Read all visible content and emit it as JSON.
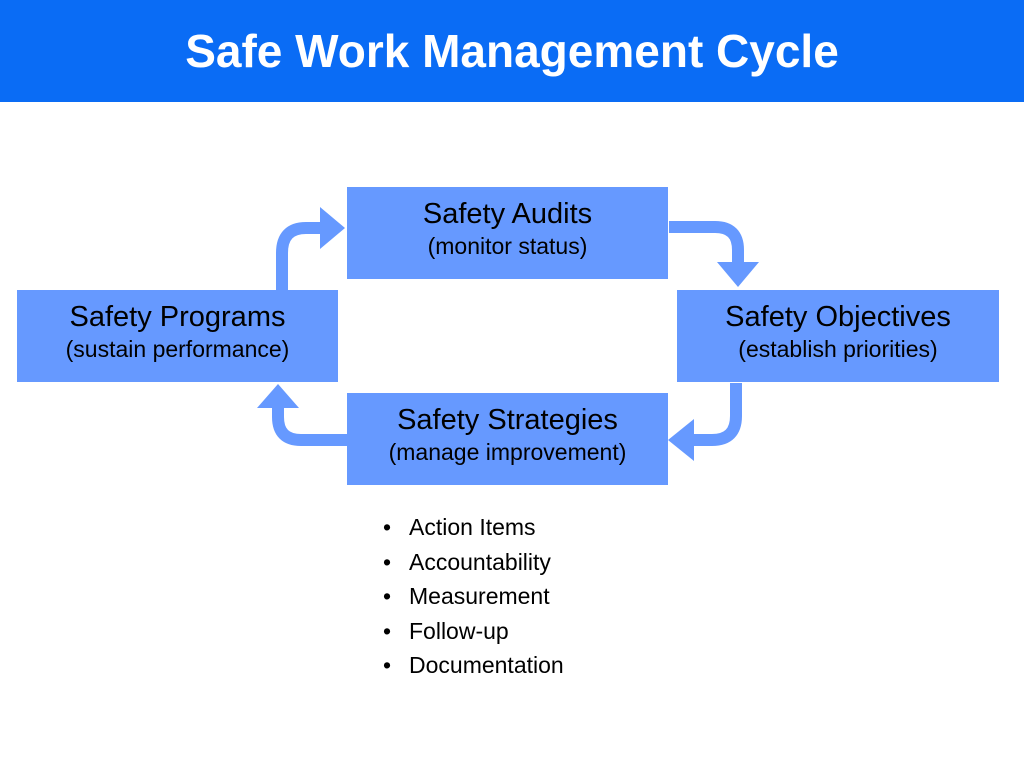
{
  "slide": {
    "title": "Safe Work Management Cycle"
  },
  "boxes": {
    "audits": {
      "main": "Safety Audits",
      "sub": "(monitor status)"
    },
    "objectives": {
      "main": "Safety Objectives",
      "sub": "(establish priorities)"
    },
    "strategies": {
      "main": "Safety Strategies",
      "sub": "(manage improvement)"
    },
    "programs": {
      "main": "Safety Programs",
      "sub": "(sustain performance)"
    }
  },
  "bullets": {
    "marker": "•",
    "items": [
      "Action Items",
      "Accountability",
      "Measurement",
      "Follow-up",
      "Documentation"
    ]
  },
  "colors": {
    "title_bar": "#0a6cf5",
    "box_fill": "#6699ff",
    "arrow_fill": "#6699ff"
  }
}
